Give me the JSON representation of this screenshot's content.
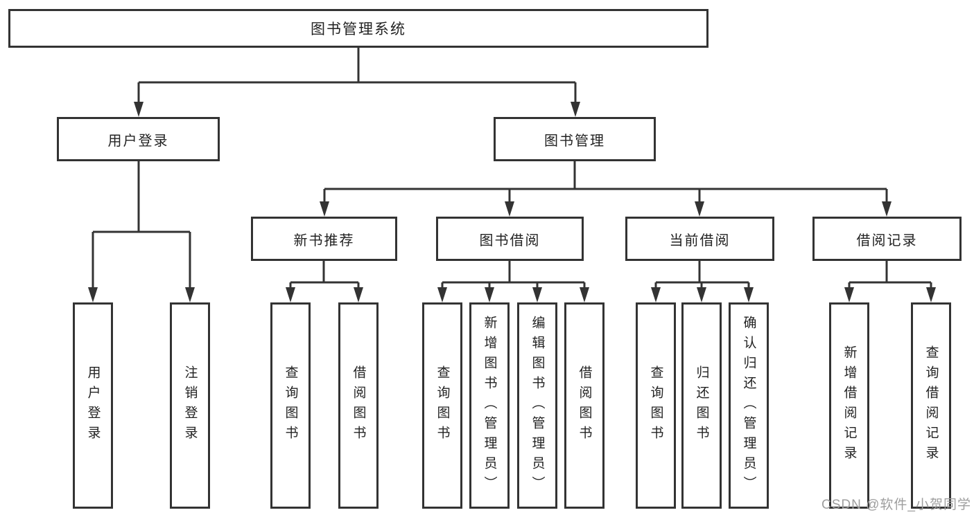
{
  "tree": {
    "label": "图书管理系统",
    "children": [
      {
        "label": "用户登录",
        "children": [
          {
            "label": "用户登录"
          },
          {
            "label": "注销登录"
          }
        ]
      },
      {
        "label": "图书管理",
        "children": [
          {
            "label": "新书推荐",
            "children": [
              {
                "label": "查询图书"
              },
              {
                "label": "借阅图书"
              }
            ]
          },
          {
            "label": "图书借阅",
            "children": [
              {
                "label": "查询图书"
              },
              {
                "label": "新增图书（管理员）"
              },
              {
                "label": "编辑图书（管理员）"
              },
              {
                "label": "借阅图书"
              }
            ]
          },
          {
            "label": "当前借阅",
            "children": [
              {
                "label": "查询图书"
              },
              {
                "label": "归还图书"
              },
              {
                "label": "确认归还（管理员）"
              }
            ]
          },
          {
            "label": "借阅记录",
            "children": [
              {
                "label": "新增借阅记录"
              },
              {
                "label": "查询借阅记录"
              }
            ]
          }
        ]
      }
    ]
  },
  "watermark": {
    "text": "CSDN @软件_小贺同学"
  },
  "colors": {
    "line": "#333333",
    "text": "#222222",
    "background": "#ffffff",
    "watermark": "#9e9e9e"
  }
}
